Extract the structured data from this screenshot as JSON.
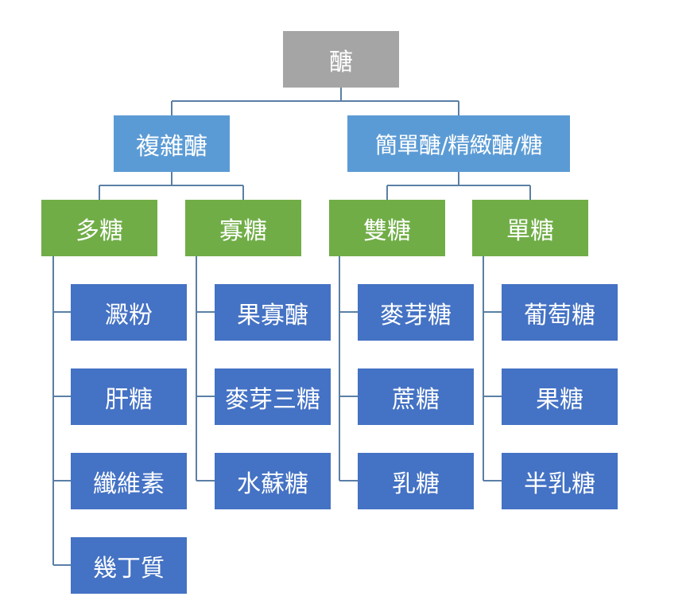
{
  "root": {
    "label": "醣"
  },
  "level1": [
    {
      "label": "複雜醣"
    },
    {
      "label": "簡單醣/精緻醣/糖"
    }
  ],
  "level2": [
    {
      "label": "多糖"
    },
    {
      "label": "寡糖"
    },
    {
      "label": "雙糖"
    },
    {
      "label": "單糖"
    }
  ],
  "leaves": {
    "polysaccharide": [
      "澱粉",
      "肝糖",
      "纖維素",
      "幾丁質"
    ],
    "oligosaccharide": [
      "果寡醣",
      "麥芽三糖",
      "水蘇糖"
    ],
    "disaccharide": [
      "麥芽糖",
      "蔗糖",
      "乳糖"
    ],
    "monosaccharide": [
      "葡萄糖",
      "果糖",
      "半乳糖"
    ]
  },
  "colors": {
    "root": "#a5a5a5",
    "level1": "#5b9bd5",
    "level2": "#70ad47",
    "leaf": "#4472c4",
    "connector": "#5b7fa6"
  }
}
